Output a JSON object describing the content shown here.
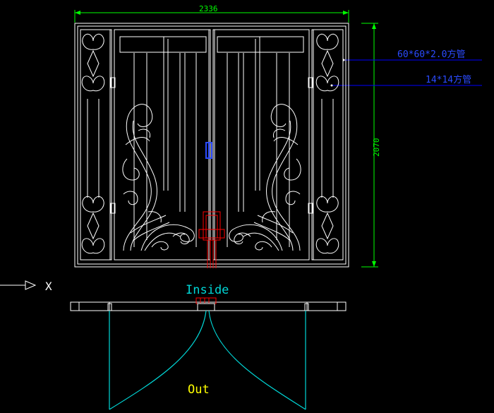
{
  "drawing": {
    "dimensions": {
      "width_label": "2336",
      "height_label": "2070"
    },
    "callouts": {
      "frame_tube": "60*60*2.0方管",
      "bar_tube": "14*14方管"
    },
    "labels": {
      "axis": "X",
      "inside": "Inside",
      "outside": "Out"
    },
    "colors": {
      "background": "#000000",
      "linework": "#ffffff",
      "dimension": "#00ff00",
      "callout": "#0000ff",
      "callout_text": "#2b4bff",
      "lock": "#ff0000",
      "swing": "#00d7d7",
      "inside_text": "#00d7d7",
      "outside_text": "#ffff00"
    }
  }
}
